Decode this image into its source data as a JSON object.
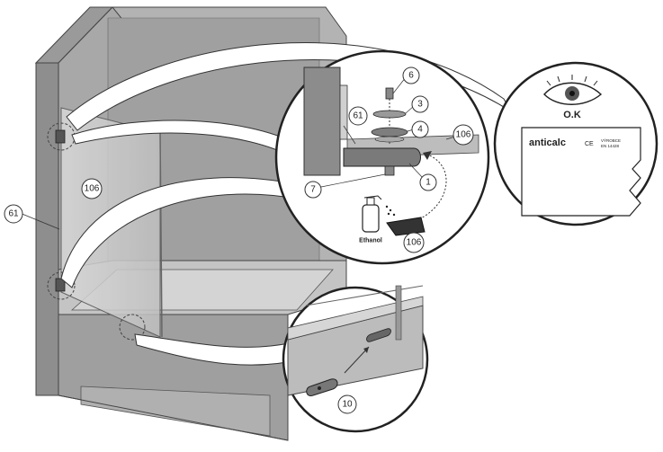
{
  "callouts": {
    "c61_main": "61",
    "c106_glass": "106",
    "c6": "6",
    "c3": "3",
    "c4": "4",
    "c106_top": "106",
    "c61_zoom": "61",
    "c7": "7",
    "c1": "1",
    "c106_cloth": "106",
    "c10": "10"
  },
  "text": {
    "ethanol": "Ethanol",
    "ok": "O.K",
    "brand": "anticalc",
    "ce": "CE",
    "label_line1": "VÝROBCE",
    "label_line2": "EN 14428"
  },
  "icons": [
    "eye-icon",
    "spray-bottle-icon",
    "cloth-icon",
    "arrow-icon"
  ]
}
